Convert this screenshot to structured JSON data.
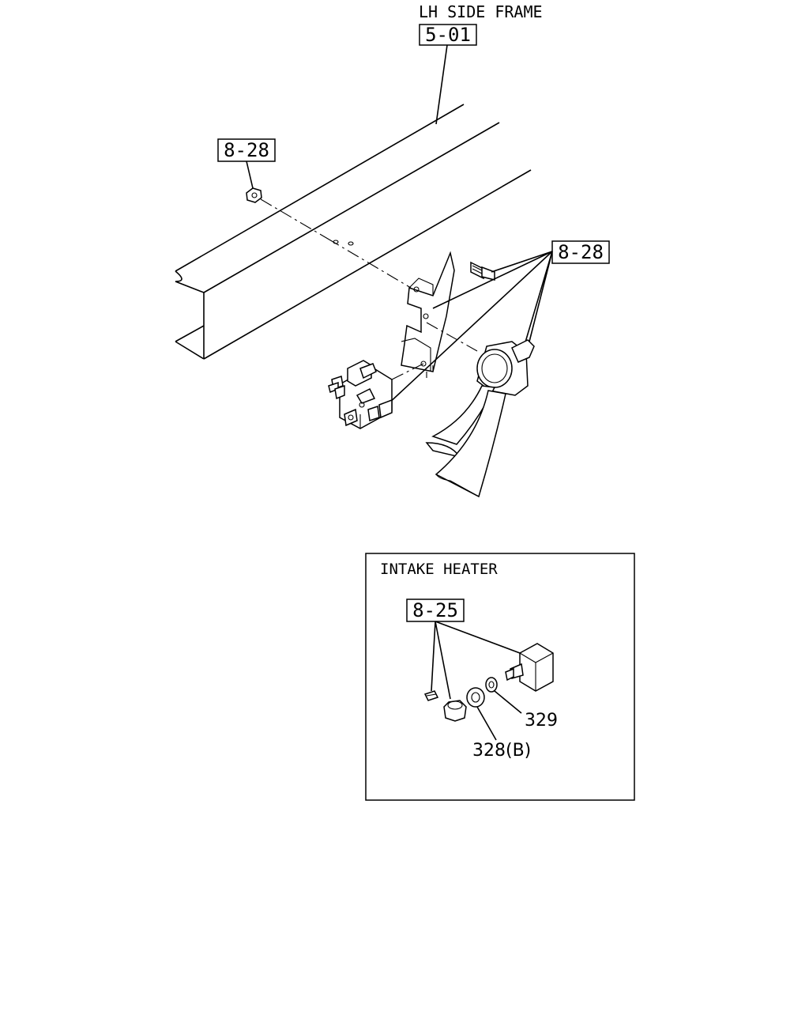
{
  "main_view": {
    "frame_title": "LH SIDE FRAME",
    "frame_ref": "5-01",
    "nut_ref": "8-28",
    "bracket_ref": "8-28"
  },
  "inset": {
    "title": "INTAKE HEATER",
    "ref": "8-25",
    "part_329": "329",
    "part_328b": "328(B)"
  }
}
